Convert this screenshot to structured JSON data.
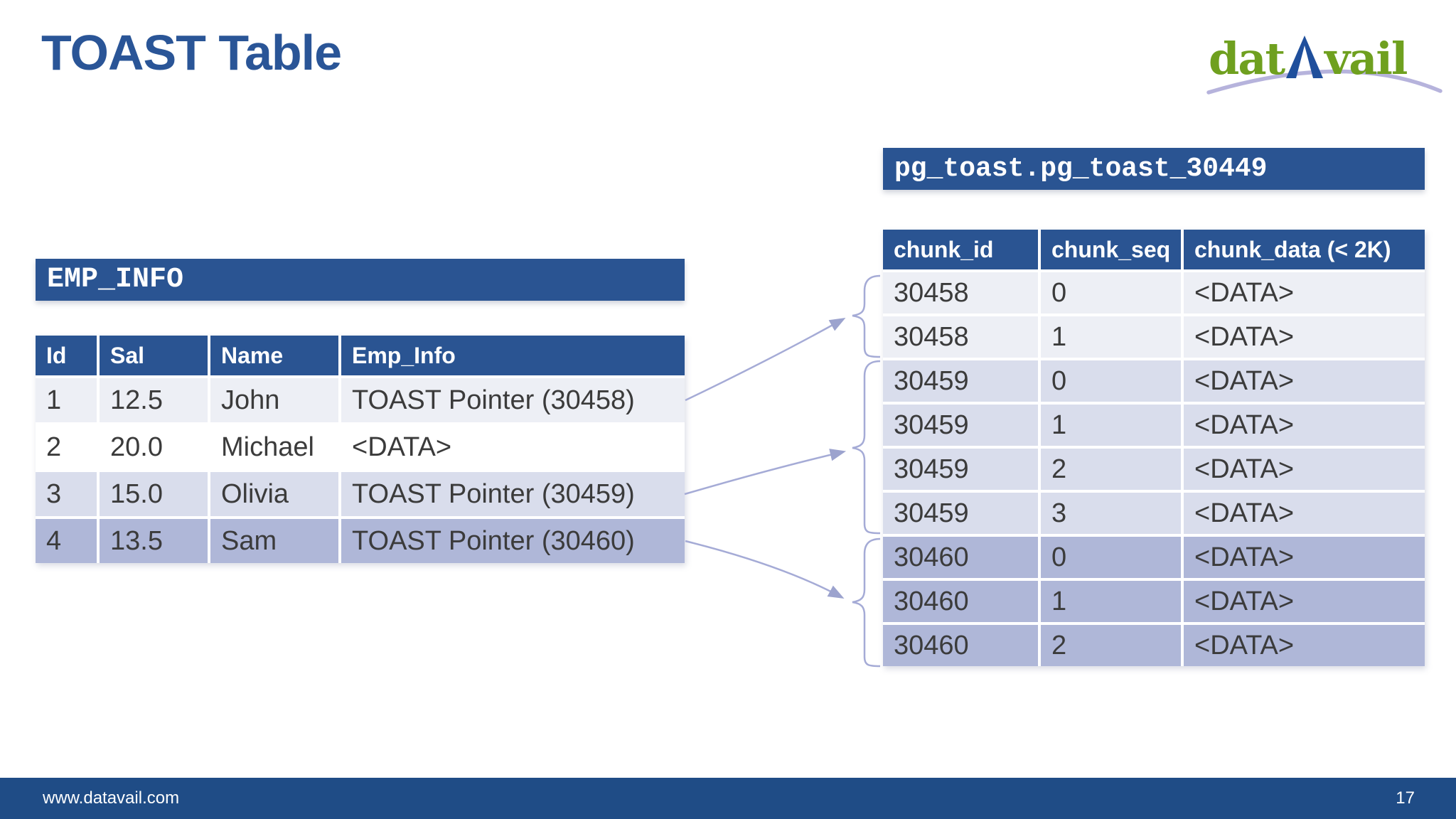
{
  "slide": {
    "title": "TOAST Table",
    "footer": {
      "url": "www.datavail.com",
      "page_number": "17"
    }
  },
  "logo": {
    "text": "datAvail",
    "segments": {
      "prefix": "dat",
      "letter_a": "A",
      "suffix": "vail"
    },
    "colors": {
      "green": "#6FA01F",
      "blue": "#1F4F9C",
      "swoosh": "#B6B3DC"
    }
  },
  "emp_table": {
    "title": "EMP_INFO",
    "columns": [
      "Id",
      "Sal",
      "Name",
      "Emp_Info"
    ],
    "rows": [
      {
        "id": "1",
        "sal": "12.5",
        "name": "John",
        "emp_info": "TOAST Pointer (30458)",
        "bg": "#EDEFF5"
      },
      {
        "id": "2",
        "sal": "20.0",
        "name": "Michael",
        "emp_info": "<DATA>",
        "bg": "#FFFFFF"
      },
      {
        "id": "3",
        "sal": "15.0",
        "name": "Olivia",
        "emp_info": "TOAST Pointer (30459)",
        "bg": "#D9DDEC"
      },
      {
        "id": "4",
        "sal": "13.5",
        "name": "Sam",
        "emp_info": "TOAST Pointer (30460)",
        "bg": "#AFB7D8"
      }
    ]
  },
  "toast_table": {
    "title": "pg_toast.pg_toast_30449",
    "columns": [
      "chunk_id",
      "chunk_seq",
      "chunk_data (< 2K)"
    ],
    "rows": [
      {
        "chunk_id": "30458",
        "chunk_seq": "0",
        "chunk_data": "<DATA>",
        "bg": "#EDEFF5"
      },
      {
        "chunk_id": "30458",
        "chunk_seq": "1",
        "chunk_data": "<DATA>",
        "bg": "#EDEFF5"
      },
      {
        "chunk_id": "30459",
        "chunk_seq": "0",
        "chunk_data": "<DATA>",
        "bg": "#D9DDEC"
      },
      {
        "chunk_id": "30459",
        "chunk_seq": "1",
        "chunk_data": "<DATA>",
        "bg": "#D9DDEC"
      },
      {
        "chunk_id": "30459",
        "chunk_seq": "2",
        "chunk_data": "<DATA>",
        "bg": "#D9DDEC"
      },
      {
        "chunk_id": "30459",
        "chunk_seq": "3",
        "chunk_data": "<DATA>",
        "bg": "#D9DDEC"
      },
      {
        "chunk_id": "30460",
        "chunk_seq": "0",
        "chunk_data": "<DATA>",
        "bg": "#AFB7D8"
      },
      {
        "chunk_id": "30460",
        "chunk_seq": "1",
        "chunk_data": "<DATA>",
        "bg": "#AFB7D8"
      },
      {
        "chunk_id": "30460",
        "chunk_seq": "2",
        "chunk_data": "<DATA>",
        "bg": "#AFB7D8"
      }
    ]
  },
  "colors": {
    "header_blue": "#2A5492",
    "footer_blue": "#1F4C86",
    "title_blue": "#2A5597",
    "connector": "#A5ABD6",
    "cell_text": "#3B3B3B"
  }
}
